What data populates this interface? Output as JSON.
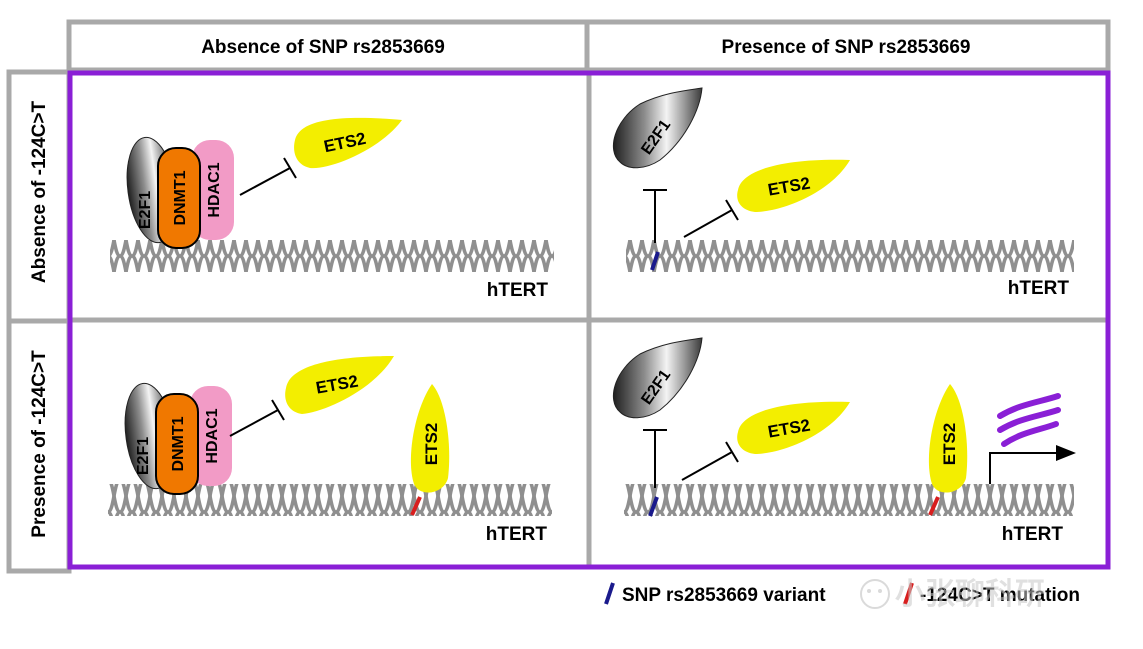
{
  "headers": {
    "col_absence_snp": "Absence of SNP rs2853669",
    "col_presence_snp": "Presence of SNP rs2853669",
    "row_absence_mut": "Absence of -124C>T",
    "row_presence_mut": "Presence of -124C>T"
  },
  "labels": {
    "gene": "hTERT",
    "e2f1": "E2F1",
    "dnmt1": "DNMT1",
    "hdac1": "HDAC1",
    "ets2": "ETS2"
  },
  "legend": {
    "snp_text": "SNP rs2853669 variant",
    "mutation_text": "-124C>T mutation"
  },
  "watermark": "小张聊科研",
  "colors": {
    "frame_gray": "#a9a9a9",
    "highlight_purple": "#8a1fd6",
    "dna_gray": "#8f8f8f",
    "ets2_yellow": "#f3ee00",
    "dnmt1_orange": "#f07800",
    "hdac1_pink": "#f29bc6",
    "e2f1_gray": "#7a7a7a",
    "snp_blue": "#1a1a8c",
    "mutation_red": "#d81e1e",
    "transcript_purple": "#8a1fd6"
  }
}
